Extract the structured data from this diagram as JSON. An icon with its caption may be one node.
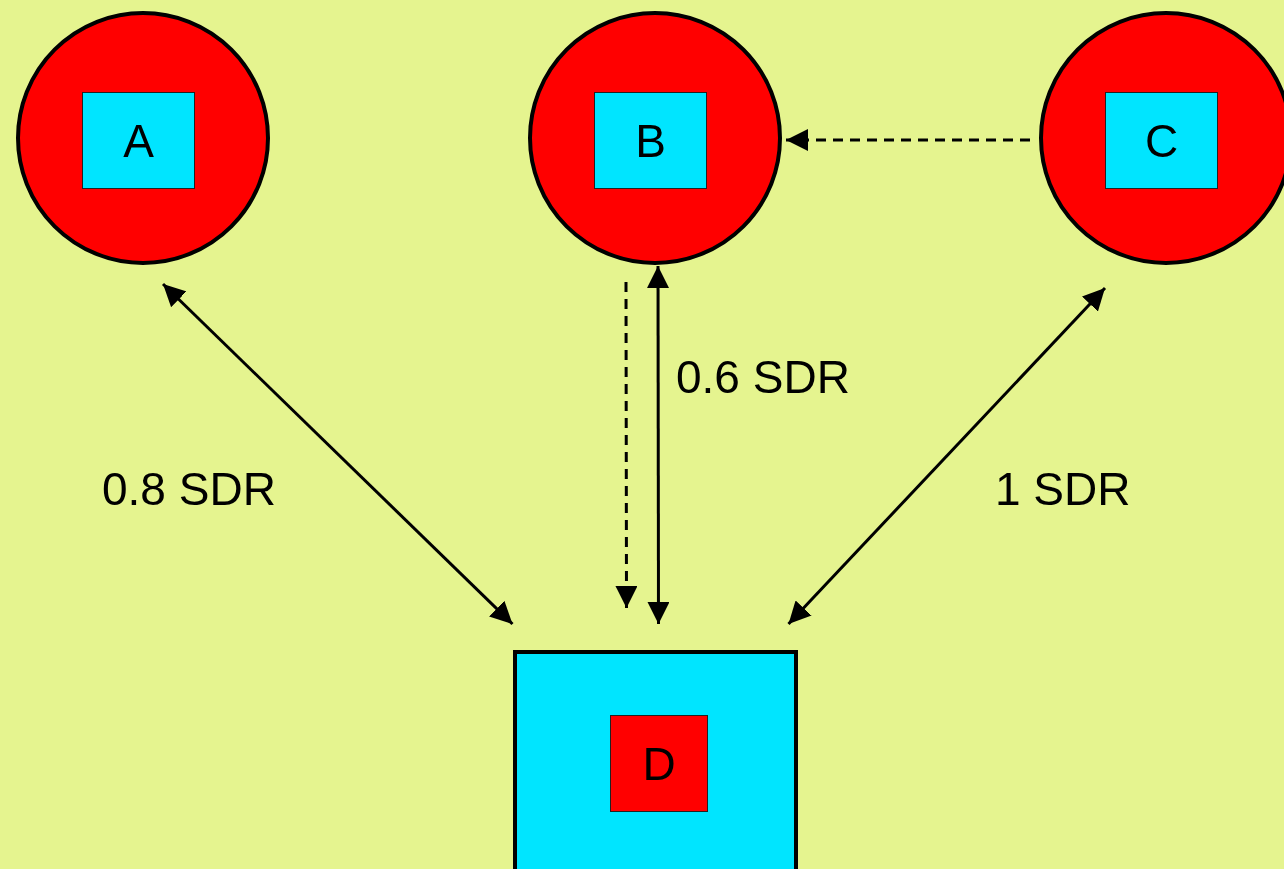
{
  "diagram": {
    "nodes": [
      {
        "text": [],
        "shape": "circle"
      },
      {
        "text": [
          "A"
        ],
        "in": 0
      },
      {
        "text": [],
        "shape": "circle"
      },
      {
        "text": [
          "B"
        ],
        "in": 2
      },
      {
        "text": [],
        "shape": "circle"
      },
      {
        "text": [
          "C"
        ],
        "in": 4
      },
      {
        "text": [],
        "shape": "box"
      },
      {
        "text": [
          "D"
        ],
        "in": 6
      }
    ],
    "edges": [
      {
        "from": 0,
        "to": 6,
        "arrow": "both",
        "label": "0.8 SDR"
      },
      {
        "from": 2,
        "to": 6,
        "arrow": "to",
        "style": "dashed"
      },
      {
        "from": 2,
        "to": 6,
        "arrow": "both",
        "label": "0.6 SDR"
      },
      {
        "from": 4,
        "to": 2,
        "arrow": "to",
        "style": "dashed"
      },
      {
        "from": 4,
        "to": 6,
        "arrow": "both",
        "label": "1 SDR"
      }
    ]
  }
}
